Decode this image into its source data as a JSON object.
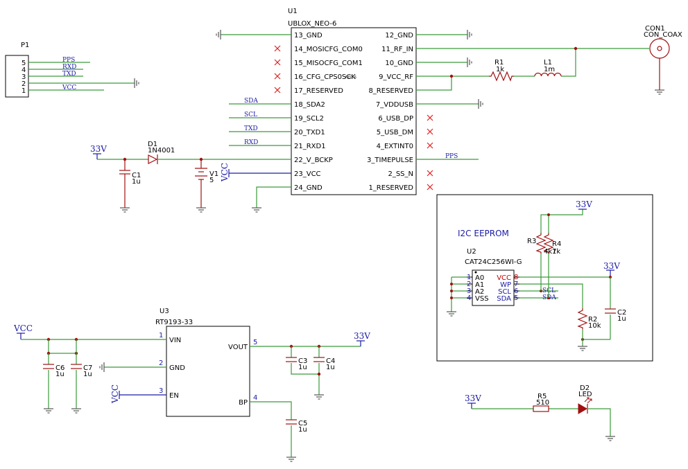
{
  "u1": {
    "ref": "U1",
    "value": "UBLOX_NEO-6",
    "overlay": "NEO-6",
    "left_pins": [
      "13_GND",
      "14_MOSICFG_COM0",
      "15_MISOCFG_COM1",
      "16_CFG_CPS0SCK",
      "17_RESERVED",
      "18_SDA2",
      "19_SCL2",
      "20_TXD1",
      "21_RXD1",
      "22_V_BCKP",
      "23_VCC",
      "24_GND"
    ],
    "right_pins": [
      "12_GND",
      "11_RF_IN",
      "10_GND",
      "9_VCC_RF",
      "8_RESERVED",
      "7_VDDUSB",
      "6_USB_DP",
      "5_USB_DM",
      "4_EXTINT0",
      "3_TIMEPULSE",
      "2_SS_N",
      "1_RESERVED"
    ]
  },
  "nets": {
    "sda": "SDA",
    "scl": "SCL",
    "txd": "TXD",
    "rxd": "RXD",
    "pps": "PPS",
    "vcc": "VCC",
    "v33": "33V"
  },
  "p1": {
    "ref": "P1",
    "pins": [
      "5",
      "4",
      "3",
      "2",
      "1"
    ],
    "nets": [
      "PPS",
      "RXD",
      "TXD",
      "",
      "VCC"
    ]
  },
  "d1": {
    "ref": "D1",
    "value": "1N4001"
  },
  "c1": {
    "ref": "C1",
    "value": "1u"
  },
  "v1": {
    "ref": "V1",
    "value": "5"
  },
  "r1": {
    "ref": "R1",
    "value": "1k"
  },
  "l1": {
    "ref": "L1",
    "value": "1m"
  },
  "con1": {
    "ref": "CON1",
    "value": "CON_COAX"
  },
  "eeprom": {
    "title": "I2C EEPROM",
    "u2": {
      "ref": "U2",
      "value": "CAT24C256WI-G",
      "left_pins": [
        {
          "num": "1",
          "name": "A0"
        },
        {
          "num": "2",
          "name": "A1"
        },
        {
          "num": "3",
          "name": "A2"
        },
        {
          "num": "4",
          "name": "VSS"
        }
      ],
      "right_pins": [
        {
          "num": "8",
          "name": "VCC"
        },
        {
          "num": "7",
          "name": "WP"
        },
        {
          "num": "6",
          "name": "SCL"
        },
        {
          "num": "5",
          "name": "SDA"
        }
      ]
    },
    "r3": {
      "ref": "R3"
    },
    "r4": {
      "ref": "R4",
      "value": "4k7"
    },
    "r4b": {
      "value": "1k"
    },
    "r2": {
      "ref": "R2",
      "value": "10k"
    },
    "c2": {
      "ref": "C2",
      "value": "1u"
    },
    "net_scl": "SCL",
    "net_sda": "SDA"
  },
  "u3": {
    "ref": "U3",
    "value": "RT9193-33",
    "left_pins": [
      {
        "num": "1",
        "name": "VIN"
      },
      {
        "num": "2",
        "name": "GND"
      },
      {
        "num": "3",
        "name": "EN"
      }
    ],
    "right_pins": [
      {
        "num": "5",
        "name": "VOUT"
      },
      {
        "num": "4",
        "name": "BP"
      }
    ]
  },
  "c6": {
    "ref": "C6",
    "value": "1u"
  },
  "c7": {
    "ref": "C7",
    "value": "1u"
  },
  "c3": {
    "ref": "C3",
    "value": "1u"
  },
  "c4": {
    "ref": "C4",
    "value": "1u"
  },
  "c5": {
    "ref": "C5",
    "value": "1u"
  },
  "r5": {
    "ref": "R5",
    "value": "510"
  },
  "d2": {
    "ref": "D2",
    "value": "LED"
  }
}
